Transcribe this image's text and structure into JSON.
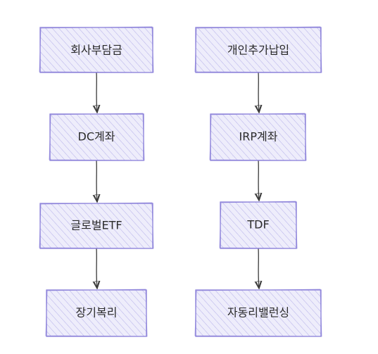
{
  "diagram": {
    "type": "flowchart",
    "direction": "top-down",
    "style": "hand-drawn sketch with hachure fill",
    "colors": {
      "node_fill": "#ecebfb",
      "node_hachure": "#b3aee8",
      "node_border": "#8a7fd9",
      "edge": "#3a3a3a",
      "text": "#2b2b2b"
    },
    "nodes": [
      {
        "id": "n1",
        "label": "회사부담금"
      },
      {
        "id": "n2",
        "label": "DC계좌"
      },
      {
        "id": "n3",
        "label": "글로벌ETF"
      },
      {
        "id": "n4",
        "label": "장기복리"
      },
      {
        "id": "n5",
        "label": "개인추가납입"
      },
      {
        "id": "n6",
        "label": "IRP계좌"
      },
      {
        "id": "n7",
        "label": "TDF"
      },
      {
        "id": "n8",
        "label": "자동리밸런싱"
      }
    ],
    "edges": [
      {
        "from": "n1",
        "to": "n2"
      },
      {
        "from": "n2",
        "to": "n3"
      },
      {
        "from": "n3",
        "to": "n4"
      },
      {
        "from": "n5",
        "to": "n6"
      },
      {
        "from": "n6",
        "to": "n7"
      },
      {
        "from": "n7",
        "to": "n8"
      }
    ]
  }
}
